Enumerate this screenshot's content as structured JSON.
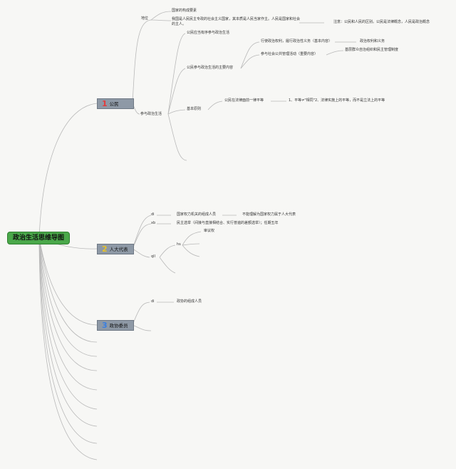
{
  "root": {
    "label": "政治生活思维导图"
  },
  "branches": [
    {
      "num": "1",
      "label": "公民",
      "num_color": "#e43b3b"
    },
    {
      "num": "2",
      "label": "人大代表",
      "num_color": "#e7c22a"
    },
    {
      "num": "3",
      "label": "政协委员",
      "num_color": "#3a7fe0"
    }
  ],
  "citizen": {
    "status": "地位",
    "status_items": [
      "国家的构成要素",
      "我国是人民民主专政的社会主义国家，其本质是人民当家作主。人民是国家和社会的主人。"
    ],
    "status_note": "注意：公民和人民的区别。公民是法律概念，人民是政治概念",
    "participation": "参与政治生活",
    "orderly": "公民应当有序参与政治生活",
    "main_content": "公民参与政治生活的主要内容",
    "exercise_rights": "行使政治权利，履行政治性义务（基本内容）",
    "rights_duties": "政治权利和义务",
    "public_affairs": "参与社会公共管理活动（重要内容）",
    "grassroots": "基层群众自治组织和民主管理制度",
    "basic_principle": "基本原则",
    "equality": "公民在法律面前一律平等",
    "equality_note": "1、平等≠\"相同\"2、法律实施上的平等，而不是立法上的平等"
  },
  "npc": {
    "di": "di",
    "di_item": "国家权力机关的组成人员",
    "di_note": "不能理解为国家权力属于人大代表",
    "xb": "xb",
    "xb_item": "民主选举（间接与直接相结合、实行普遍的差额选举）；任期五年",
    "qll": "qll",
    "hs": "hs",
    "hs_item": "审议权"
  },
  "cppcc": {
    "di": "di",
    "di_item": "政协的组成人员"
  }
}
